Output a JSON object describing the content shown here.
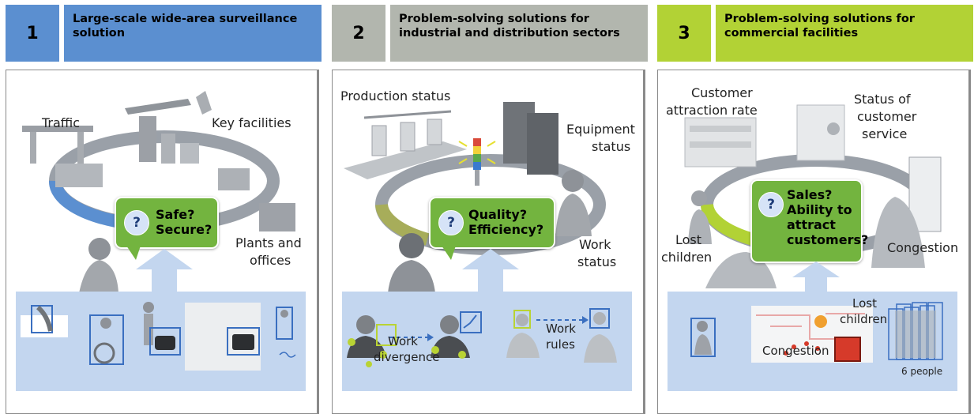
{
  "columns": [
    {
      "number": "1",
      "title": "Large-scale wide-area surveillance solution",
      "labels": {
        "traffic": "Traffic",
        "key_facilities": "Key facilities",
        "plants_line1": "Plants and",
        "plants_line2": "offices"
      },
      "bubble": {
        "line1": "Safe?",
        "line2": "Secure?"
      }
    },
    {
      "number": "2",
      "title": "Problem-solving solutions for industrial and distribution sectors",
      "labels": {
        "production": "Production status",
        "equipment_line1": "Equipment",
        "equipment_line2": "status",
        "work_status_line1": "Work",
        "work_status_line2": "status"
      },
      "bubble": {
        "line1": "Quality?",
        "line2": "Efficiency?"
      },
      "strip": {
        "divergence_line1": "Work",
        "divergence_line2": "divergence",
        "rules_line1": "Work",
        "rules_line2": "rules"
      }
    },
    {
      "number": "3",
      "title": "Problem-solving solutions for commercial facilities",
      "labels": {
        "attraction_line1": "Customer",
        "attraction_line2": "attraction rate",
        "service_line1": "Status of",
        "service_line2": "customer",
        "service_line3": "service",
        "lost_line1": "Lost",
        "lost_line2": "children",
        "congestion": "Congestion"
      },
      "bubble": {
        "line1": "Sales?",
        "line2": "Ability to",
        "line3": "attract",
        "line4": "customers?"
      },
      "strip": {
        "lost_line1": "Lost",
        "lost_line2": "children",
        "congestion": "Congestion",
        "people": "6 people"
      }
    }
  ],
  "question_mark": "?",
  "colors": {
    "header_1": "#5b8fd0",
    "header_2": "#b2b6ae",
    "header_3": "#b2d235",
    "bubble": "#73b43f",
    "strip": "#c3d6ef",
    "detection_box": "#3a6fc0",
    "work_marker": "#b9d334"
  },
  "icons": [
    "question-mark-icon",
    "up-arrow-icon",
    "detection-box-icon",
    "heatmap-icon"
  ]
}
